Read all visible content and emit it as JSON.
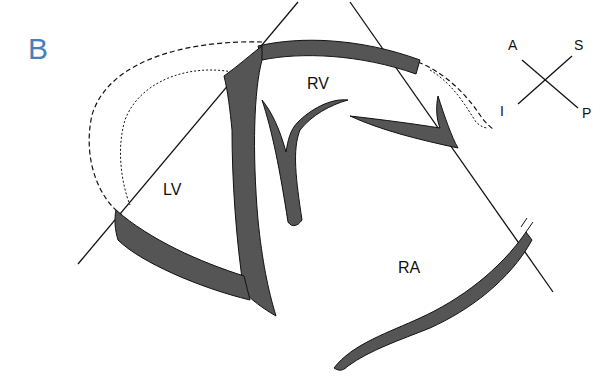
{
  "diagram": {
    "labels": [
      "B",
      "LV",
      "RV",
      "RA",
      "A",
      "S",
      "I",
      "P"
    ]
  }
}
